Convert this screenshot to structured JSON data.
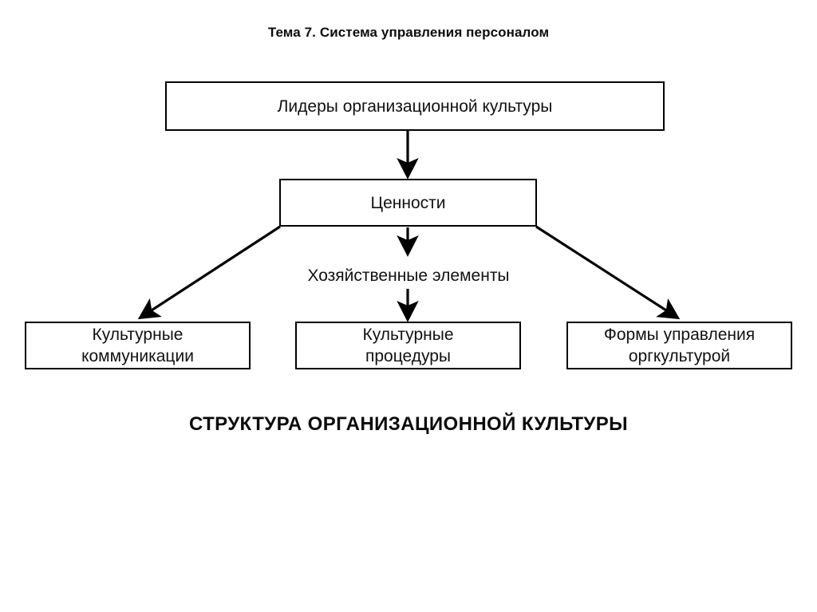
{
  "slide": {
    "title": "Тема 7. Система управления персоналом",
    "caption": "СТРУКТУРА ОРГАНИЗАЦИОННОЙ КУЛЬТУРЫ",
    "background_color": "#ffffff",
    "line_color": "#000000",
    "text_color": "#111111"
  },
  "diagram": {
    "type": "flowchart",
    "nodes": [
      {
        "id": "leaders",
        "label": "Лидеры организационной культуры",
        "shape": "rectangle"
      },
      {
        "id": "values",
        "label": "Ценности",
        "shape": "rectangle"
      },
      {
        "id": "economic_elements",
        "label": "Хозяйственные элементы",
        "shape": "plain-text"
      },
      {
        "id": "cultural_communications",
        "label": "Культурные\nкоммуникации",
        "line1": "Культурные",
        "line2": "коммуникации",
        "shape": "rectangle"
      },
      {
        "id": "cultural_procedures",
        "label": "Культурные\nпроцедуры",
        "line1": "Культурные",
        "line2": "процедуры",
        "shape": "rectangle"
      },
      {
        "id": "management_forms",
        "label": "Формы управления\nоргкультурой",
        "line1": "Формы управления",
        "line2": "оргкультурой",
        "shape": "rectangle"
      }
    ],
    "edges": [
      {
        "from": "leaders",
        "to": "values",
        "style": "solid-arrow",
        "direction": "vertical"
      },
      {
        "from": "values",
        "to": "economic_elements",
        "style": "solid-arrow",
        "direction": "vertical"
      },
      {
        "from": "economic_elements",
        "to": "cultural_procedures",
        "style": "solid-arrow",
        "direction": "vertical"
      },
      {
        "from": "values",
        "to": "cultural_communications",
        "style": "solid-arrow",
        "direction": "diagonal-left"
      },
      {
        "from": "values",
        "to": "management_forms",
        "style": "solid-arrow",
        "direction": "diagonal-right"
      }
    ]
  }
}
